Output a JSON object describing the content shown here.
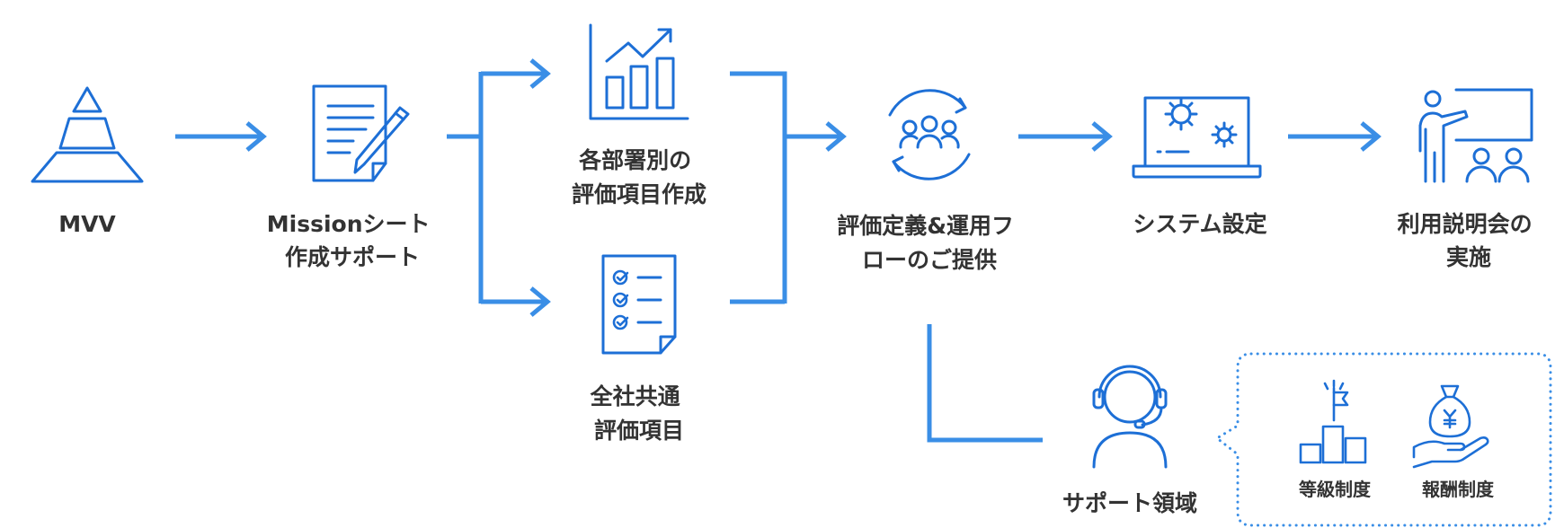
{
  "nodes": {
    "mvv": {
      "lines": [
        "MVV"
      ]
    },
    "mission": {
      "lines": [
        "Missionシート",
        "作成サポート"
      ]
    },
    "department": {
      "lines": [
        "各部署別の",
        "評価項目作成"
      ]
    },
    "company": {
      "lines": [
        "全社共通",
        "評価項目"
      ]
    },
    "flow": {
      "lines": [
        "評価定義&運用フ",
        "ローのご提供"
      ]
    },
    "system": {
      "lines": [
        "システム設定"
      ]
    },
    "briefing": {
      "lines": [
        "利用説明会の",
        "実施"
      ]
    },
    "support": {
      "lines": [
        "サポート領域"
      ]
    }
  },
  "support_items": [
    {
      "label": "等級制度",
      "icon": "podium-flag-icon"
    },
    {
      "label": "報酬制度",
      "icon": "money-hand-icon"
    }
  ],
  "icons": {
    "mvv": "pyramid-icon",
    "mission": "document-pen-icon",
    "department": "bar-chart-icon",
    "company": "checklist-icon",
    "flow": "team-cycle-icon",
    "system": "laptop-gears-icon",
    "briefing": "presentation-icon",
    "support": "headset-operator-icon"
  },
  "colors": {
    "line": "#3a8ee6",
    "icon": "#1d6fd6",
    "text": "#333333"
  }
}
